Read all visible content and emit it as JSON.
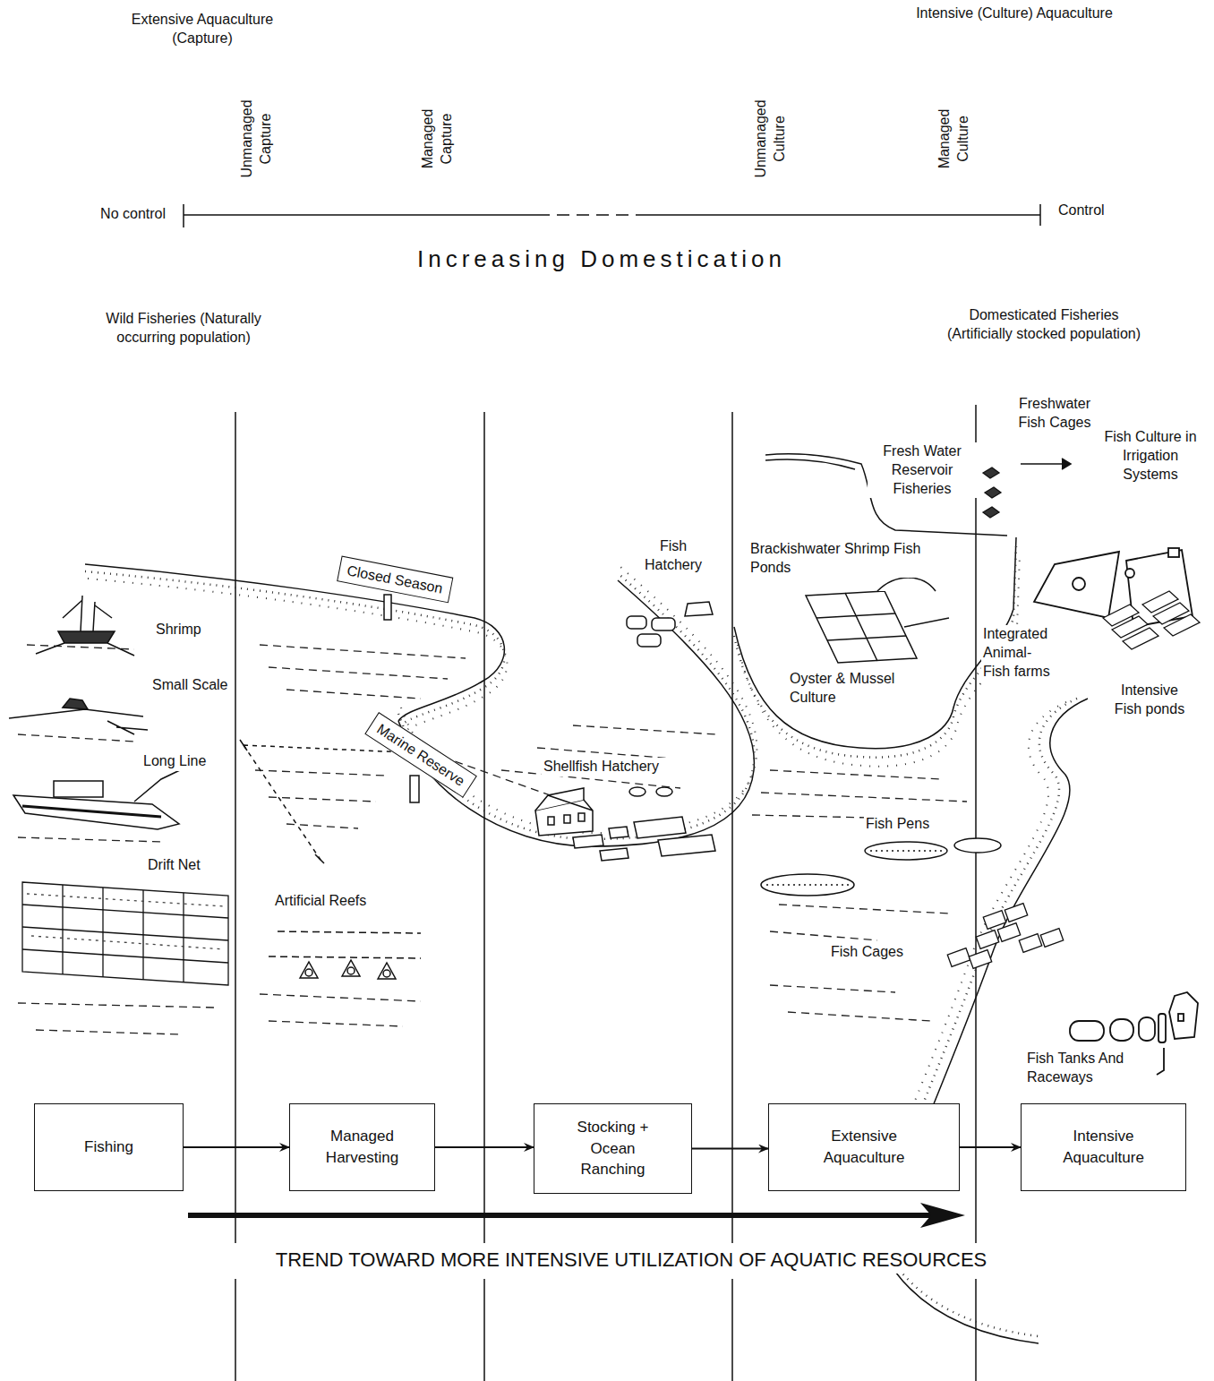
{
  "diagram": {
    "nodes": [
      {
        "text": [
          "Closed Season"
        ]
      },
      {
        "text": [
          "Marine Reserve"
        ]
      },
      {
        "text": [
          "Fishing"
        ]
      },
      {
        "text": [
          "Managed Harvesting"
        ]
      },
      {
        "text": [
          "Stocking + Ocean Ranching"
        ]
      },
      {
        "text": [
          "Extensive Aquaculture"
        ]
      },
      {
        "text": [
          "Intensive Aquaculture"
        ]
      }
    ],
    "edges": [
      {
        "from": 2,
        "to": 3,
        "arrow": "to"
      },
      {
        "from": 3,
        "to": 4,
        "arrow": "to"
      },
      {
        "from": 4,
        "to": 5,
        "arrow": "to"
      },
      {
        "from": 5,
        "to": 6,
        "arrow": "to"
      }
    ],
    "labels": [
      "Extensive Aquaculture (Capture)",
      "Intensive (Culture) Aquaculture",
      "Unmanaged Capture",
      "Managed Capture",
      "Unmanaged Culture",
      "Managed Culture",
      "No control",
      "Control",
      "Increasing Domestication",
      "Wild Fisheries (Naturally occurring population)",
      "Domesticated Fisheries (Artificially stocked population)",
      "Freshwater Fish Cages",
      "Fish Culture in Irrigation Systems",
      "Fresh Water Reservoir Fisheries",
      "Fish Hatchery",
      "Brackishwater Shrimp Fish Ponds",
      "Shrimp",
      "Small Scale",
      "Long Line",
      "Drift Net",
      "Oyster & Mussel Culture",
      "Integrated Animal-Fish farms",
      "Intensive Fish ponds",
      "Shellfish Hatchery",
      "Fish Pens",
      "Artificial Reefs",
      "Fish Cages",
      "Fish Tanks And Raceways",
      "TREND TOWARD MORE INTENSIVE UTILIZATION OF AQUATIC RESOURCES"
    ]
  }
}
